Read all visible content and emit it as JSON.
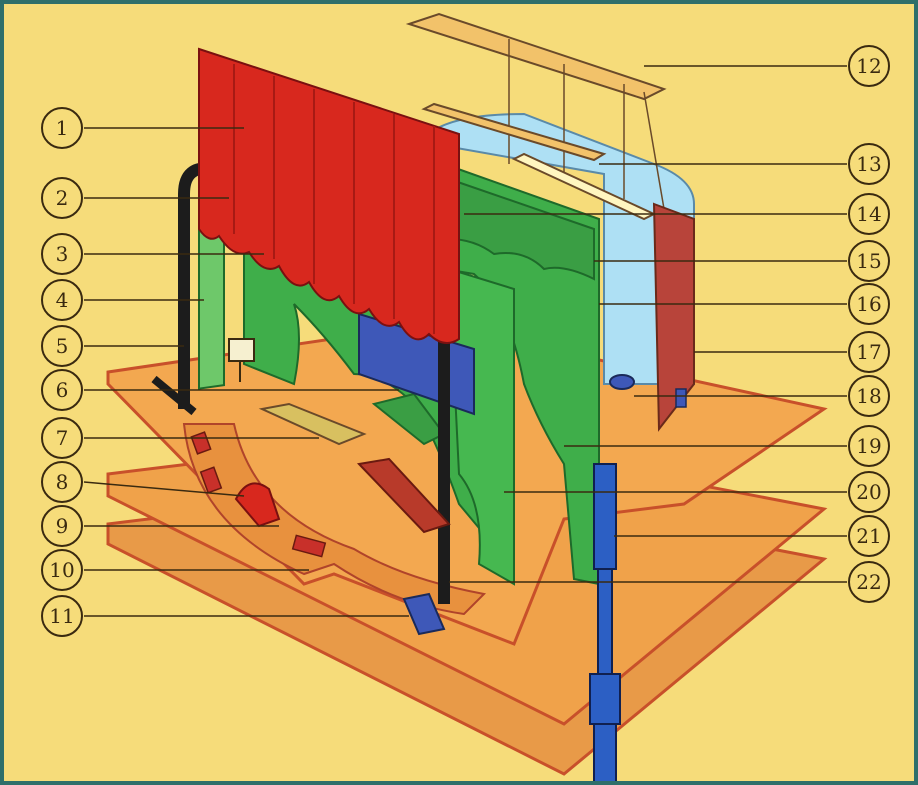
{
  "diagram": {
    "callouts": [
      {
        "number": "1"
      },
      {
        "number": "2"
      },
      {
        "number": "3"
      },
      {
        "number": "4"
      },
      {
        "number": "5"
      },
      {
        "number": "6"
      },
      {
        "number": "7"
      },
      {
        "number": "8"
      },
      {
        "number": "9"
      },
      {
        "number": "10"
      },
      {
        "number": "11"
      },
      {
        "number": "12"
      },
      {
        "number": "13"
      },
      {
        "number": "14"
      },
      {
        "number": "15"
      },
      {
        "number": "16"
      },
      {
        "number": "17"
      },
      {
        "number": "18"
      },
      {
        "number": "19"
      },
      {
        "number": "20"
      },
      {
        "number": "21"
      },
      {
        "number": "22"
      }
    ]
  },
  "colors": {
    "background": "#f6dc7a",
    "border": "#2f6f6a",
    "stage_floor": "#f0a24a",
    "floor_edge": "#c8502a",
    "curtain_red": "#d8281e",
    "scenery_green": "#3fae4a",
    "cyclorama_blue": "#aee0f4",
    "proscenium_black": "#1c1c1c",
    "hydraulic_blue": "#2c5fc4"
  }
}
